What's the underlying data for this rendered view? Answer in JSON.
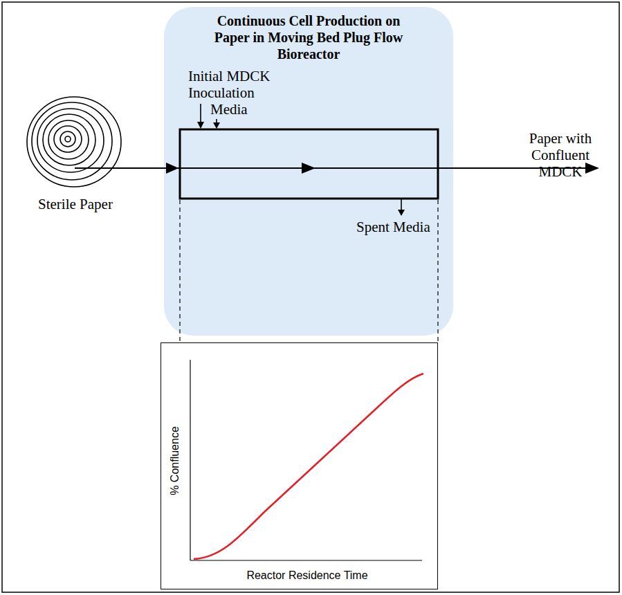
{
  "diagram": {
    "title": "Continuous Cell Production on Paper in Moving Bed Plug Flow Bioreactor",
    "nodes": [
      {
        "text": [
          "% Confluence",
          "Reactor Residence Time"
        ]
      }
    ],
    "labels": [
      "Initial MDCK Inoculation",
      "Media",
      "Sterile Paper",
      "Paper with Confluent MDCK",
      "Spent Media"
    ]
  }
}
